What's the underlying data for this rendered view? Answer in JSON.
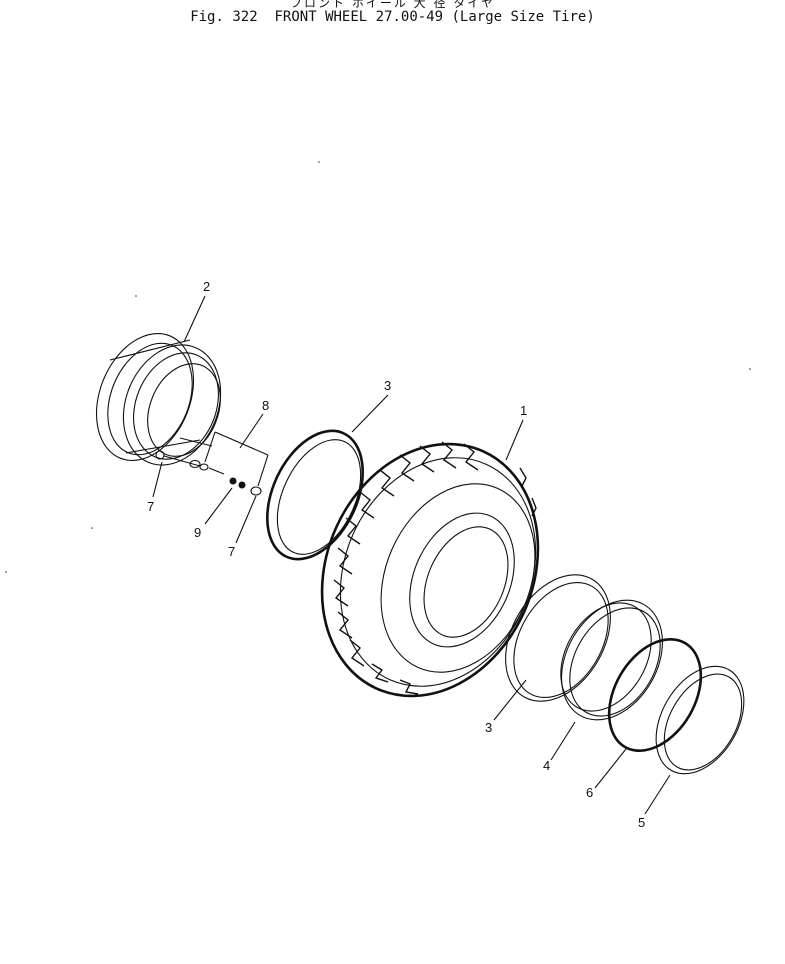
{
  "header": {
    "japanese_title": "フロント ホイール          大 径 タイヤ",
    "title": "Fig. 322  FRONT WHEEL 27.00-49 (Large Size Tire)"
  },
  "callouts": {
    "c1": "1",
    "c2": "2",
    "c3_upper": "3",
    "c3_lower": "3",
    "c4": "4",
    "c5": "5",
    "c6": "6",
    "c7_left": "7",
    "c7_right": "7",
    "c8": "8",
    "c9": "9"
  }
}
